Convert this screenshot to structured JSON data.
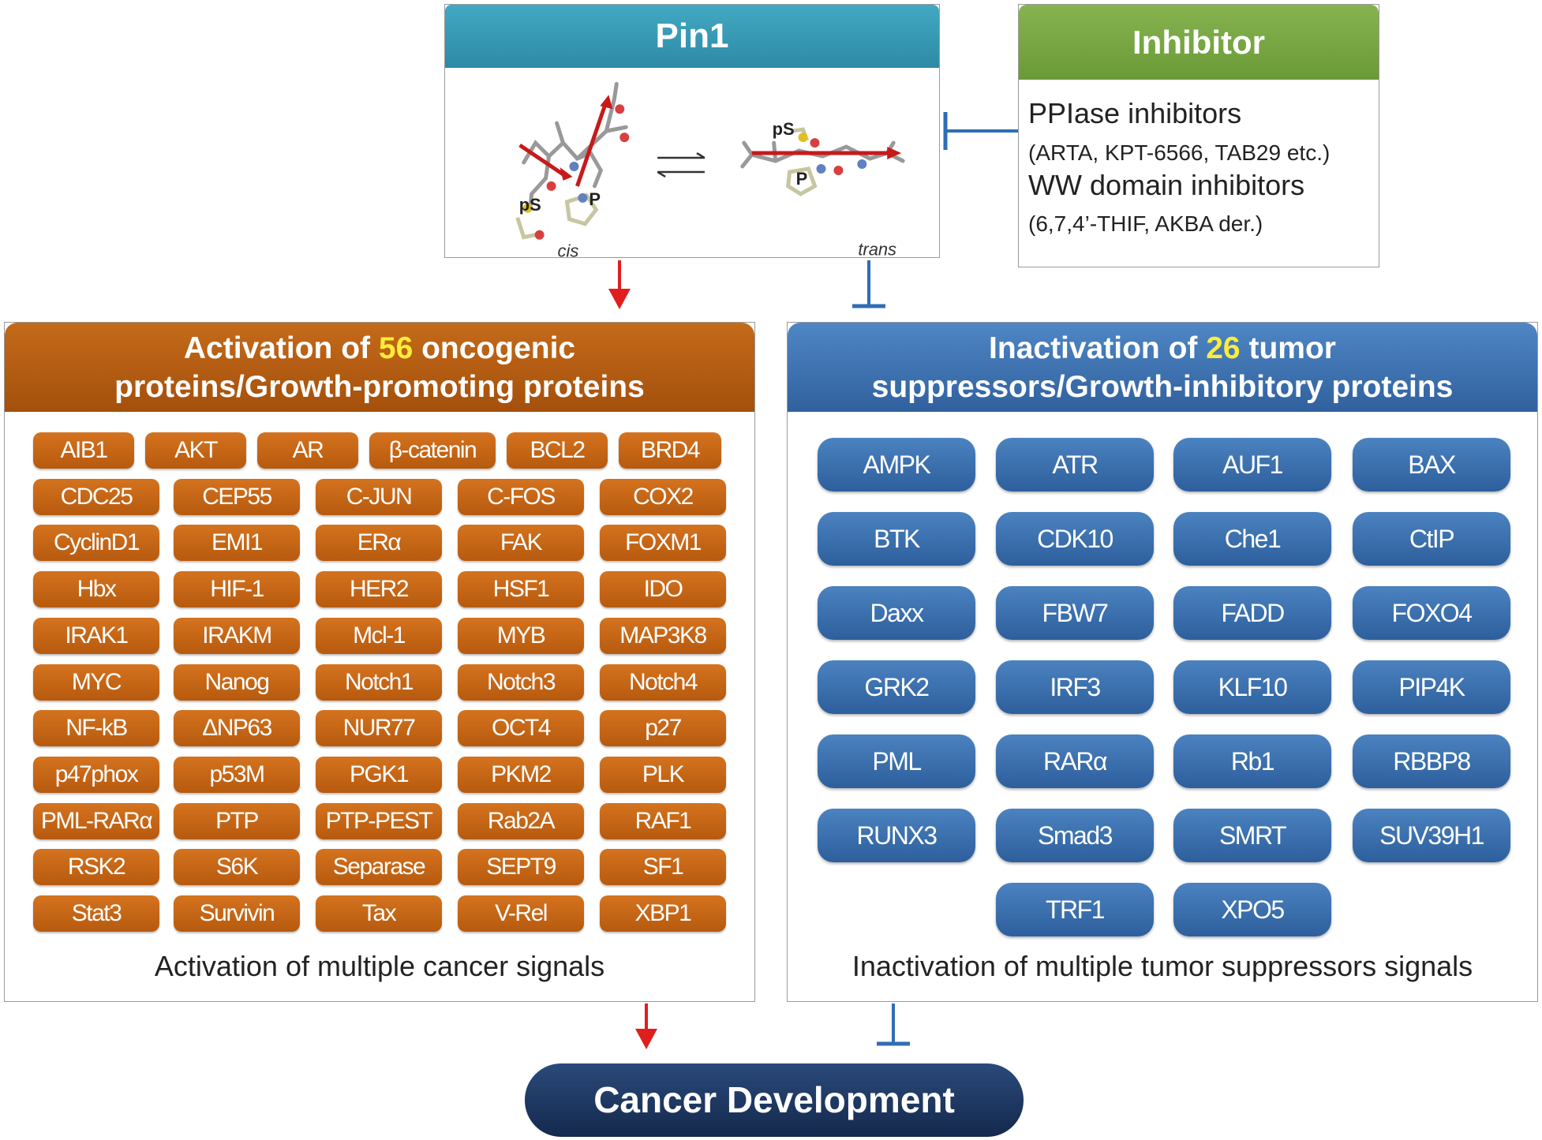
{
  "pin1": {
    "title": "Pin1",
    "cis_label": "cis",
    "trans_label": "trans",
    "ps_label": "pS",
    "p_label": "P"
  },
  "inhibitor": {
    "title": "Inhibitor",
    "lines": [
      "PPIase inhibitors",
      "(ARTA,  KPT-6566,  TAB29 etc.)",
      "WW domain inhibitors",
      "(6,7,4’-THIF,  AKBA der.)"
    ]
  },
  "activation": {
    "title_pre": "Activation  of ",
    "title_count": "56",
    "title_post": " oncogenic",
    "title_line2": "proteins/Growth-promoting  proteins",
    "footer": "Activation  of multiple  cancer signals",
    "color": "#c2671a",
    "proteins": [
      "AIB1",
      "AKT",
      "AR",
      "β-catenin",
      "BCL2",
      "BRD4",
      "CDC25",
      "CEP55",
      "C-JUN",
      "C-FOS",
      "COX2",
      "CyclinD1",
      "EMI1",
      "ERα",
      "FAK",
      "FOXM1",
      "Hbx",
      "HIF-1",
      "HER2",
      "HSF1",
      "IDO",
      "IRAK1",
      "IRAKM",
      "Mcl-1",
      "MYB",
      "MAP3K8",
      "MYC",
      "Nanog",
      "Notch1",
      "Notch3",
      "Notch4",
      "NF-kB",
      "ΔNP63",
      "NUR77",
      "OCT4",
      "p27",
      "p47phox",
      "p53M",
      "PGK1",
      "PKM2",
      "PLK",
      "PML-RARα",
      "PTP",
      "PTP-PEST",
      "Rab2A",
      "RAF1",
      "RSK2",
      "S6K",
      "Separase",
      "SEPT9",
      "SF1",
      "Stat3",
      "Survivin",
      "Tax",
      "V-Rel",
      "XBP1"
    ]
  },
  "inactivation": {
    "title_pre": "Inactivation  of ",
    "title_count": "26",
    "title_post": " tumor",
    "title_line2": "suppressors/Growth-inhibitory  proteins",
    "footer": "Inactivation  of multiple  tumor suppressors signals",
    "color": "#3a70b0",
    "proteins": [
      "AMPK",
      "ATR",
      "AUF1",
      "BAX",
      "BTK",
      "CDK10",
      "Che1",
      "CtIP",
      "Daxx",
      "FBW7",
      "FADD",
      "FOXO4",
      "GRK2",
      "IRF3",
      "KLF10",
      "PIP4K",
      "PML",
      "RARα",
      "Rb1",
      "RBBP8",
      "RUNX3",
      "Smad3",
      "SMRT",
      "SUV39H1",
      "TRF1",
      "XPO5"
    ]
  },
  "outcome": {
    "title": "Cancer  Development"
  },
  "colors": {
    "activate_arrow": "#e01e1e",
    "inhibit_bar": "#2f6db5"
  }
}
